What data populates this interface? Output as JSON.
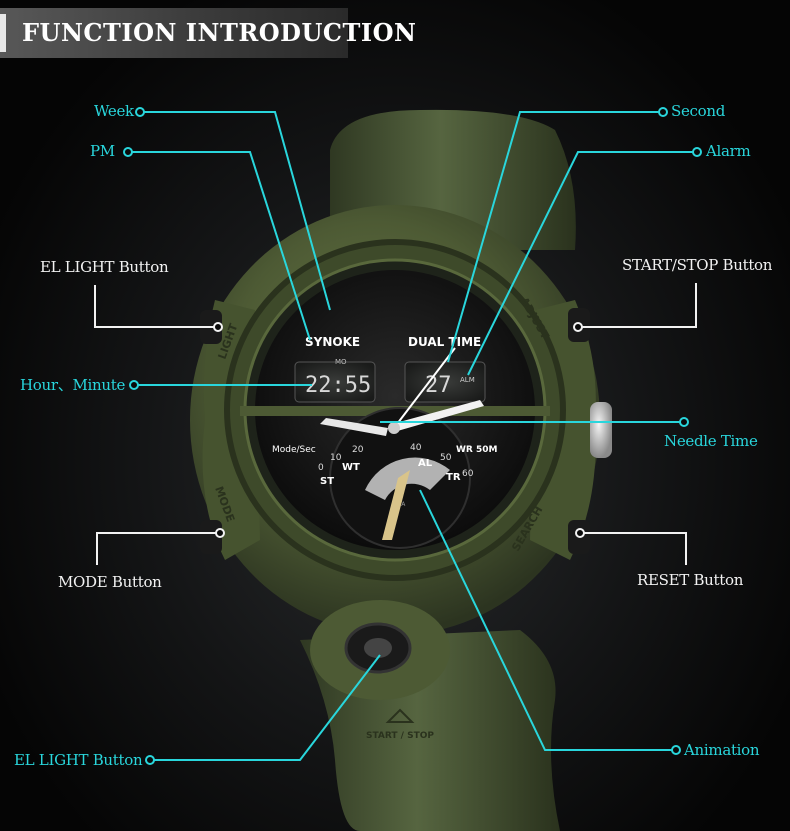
{
  "header": {
    "title": "FUNCTION INTRODUCTION"
  },
  "watch": {
    "brand": "SYNOKE",
    "dual_time": "DUAL TIME",
    "mode_sec": "Mode/Sec",
    "wr": "WR 50M",
    "alm": "ALM",
    "digits_main": "22:55",
    "digits_small": "27",
    "mo": "MO",
    "scale": [
      "0",
      "10",
      "20",
      "40",
      "50",
      "60"
    ],
    "st": "ST",
    "wt": "WT",
    "al": "AL",
    "tr": "TR",
    "ta": "TA",
    "light": "LIGHT",
    "adjust": "ADJUST",
    "mode": "MODE",
    "search": "SEARCH",
    "start_stop": "START / STOP"
  },
  "labels": {
    "week": "Week",
    "pm": "PM",
    "el_light_left": "EL LIGHT Button",
    "hour_minute": "Hour、Minute",
    "mode_button": "MODE Button",
    "el_light_bottom": "EL LIGHT Button",
    "second": "Second",
    "alarm": "Alarm",
    "start_stop_button": "START/STOP Button",
    "needle_time": "Needle Time",
    "reset_button": "RESET Button",
    "animation": "Animation"
  },
  "colors": {
    "accent": "#29d6dc",
    "strap": "#4c5a33",
    "background": "#0a0a0a"
  }
}
